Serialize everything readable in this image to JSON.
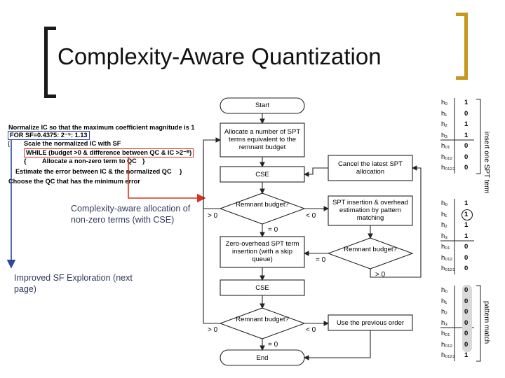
{
  "slide": {
    "title": "Complexity-Aware Quantization"
  },
  "algorithm": {
    "line1": "Normalize IC so that the maximum coefficient magnitude is 1",
    "line2": "FOR SF=0.4375: 2⁻⁵: 1.13",
    "line3_brace": "{",
    "line3": "Scale the normalized IC with SF",
    "line4": "WHILE (budget >0 & difference between QC & IC >2⁻ᴮ)",
    "line5_brace": "{",
    "line5": "Allocate a non-zero term to QC",
    "line5_close": "}",
    "line6": "Estimate the error between IC & the normalized QC",
    "line6_close": "}",
    "line7": "Choose the QC that has the minimum error"
  },
  "notes": {
    "complexity": "Complexity-aware allocation of non-zero terms (with CSE)",
    "sf_exploration": "Improved SF Exploration (next page)"
  },
  "flowchart": {
    "start": "Start",
    "allocate": "Allocate a number of SPT terms equivalent to the remnant budget",
    "cse1": "CSE",
    "remnant1": "Remnant budget?",
    "zero_overhead": "Zero-overhead SPT term insertion (with a skip queue)",
    "cse2": "CSE",
    "remnant3": "Remnant budget?",
    "end": "End",
    "cancel": "Cancel the latest SPT allocation",
    "spt_insert": "SPT insertion & overhead estimation by pattern matching",
    "remnant2": "Remnant budget?",
    "use_previous": "Use the previous order",
    "edges": {
      "gt0_a": "> 0",
      "lt0_a": "< 0",
      "eq0_a": "= 0",
      "eq0_b": "= 0",
      "gt0_b": "> 0",
      "gt0_c": "> 0",
      "lt0_b": "< 0",
      "eq0_c": "= 0"
    }
  },
  "tables": {
    "labels": [
      "h₀",
      "h₁",
      "h₂",
      "h₃",
      "h₀₁",
      "h₀₁₂",
      "h₀₁₂₃"
    ],
    "t1": [
      "1",
      "0",
      "1",
      "1",
      "0",
      "0",
      "0"
    ],
    "t2": [
      "1",
      "1",
      "1",
      "1",
      "0",
      "0",
      "0"
    ],
    "t3": [
      "0",
      "0",
      "0",
      "0",
      "0",
      "0",
      "1"
    ],
    "side1": "insert one SPT term",
    "side3": "pattern match"
  },
  "colors": {
    "arrow_red": "#d9331f",
    "arrow_blue": "#2b4a9a",
    "bracket_gold": "#c8981e"
  }
}
